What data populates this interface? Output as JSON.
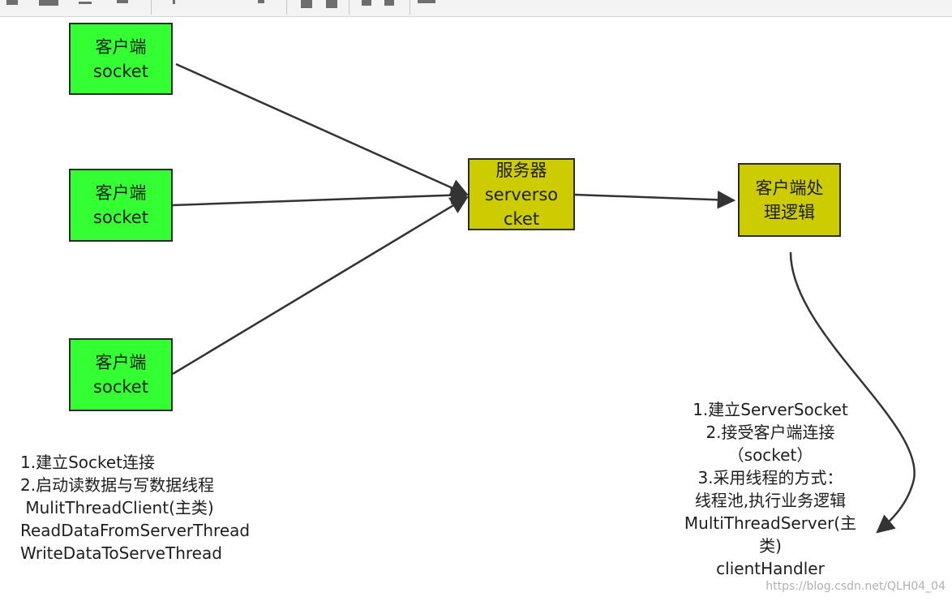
{
  "toolbar": {
    "icons": [
      "toolbar-icon-1",
      "toolbar-icon-2",
      "toolbar-icon-3",
      "toolbar-icon-4",
      "toolbar-icon-5",
      "toolbar-icon-6",
      "toolbar-icon-7",
      "toolbar-icon-8",
      "toolbar-icon-9",
      "toolbar-icon-10",
      "toolbar-icon-11"
    ]
  },
  "nodes": {
    "client1": {
      "line1": "客户端",
      "line2": "socket"
    },
    "client2": {
      "line1": "客户端",
      "line2": "socket"
    },
    "client3": {
      "line1": "客户端",
      "line2": "socket"
    },
    "server": {
      "line1": "服务器",
      "line2": "serverso",
      "line3": "cket"
    },
    "handler": {
      "line1": "客户端处",
      "line2": "理逻辑"
    }
  },
  "notes": {
    "client": [
      "1.建立Socket连接",
      "2.启动读数据与写数据线程",
      " MulitThreadClient(主类)",
      "ReadDataFromServerThread",
      "WriteDataToServeThread"
    ],
    "server": [
      "1.建立ServerSocket",
      "2.接受客户端连接",
      "（socket）",
      "3.采用线程的方式：",
      "线程池,执行业务逻辑",
      "MultiThreadServer(主",
      "类)",
      "clientHandler"
    ]
  },
  "watermark": "https://blog.csdn.net/QLH04_04",
  "colors": {
    "client_fill": "#33ff33",
    "server_fill": "#cccc00",
    "edge": "#333333"
  }
}
